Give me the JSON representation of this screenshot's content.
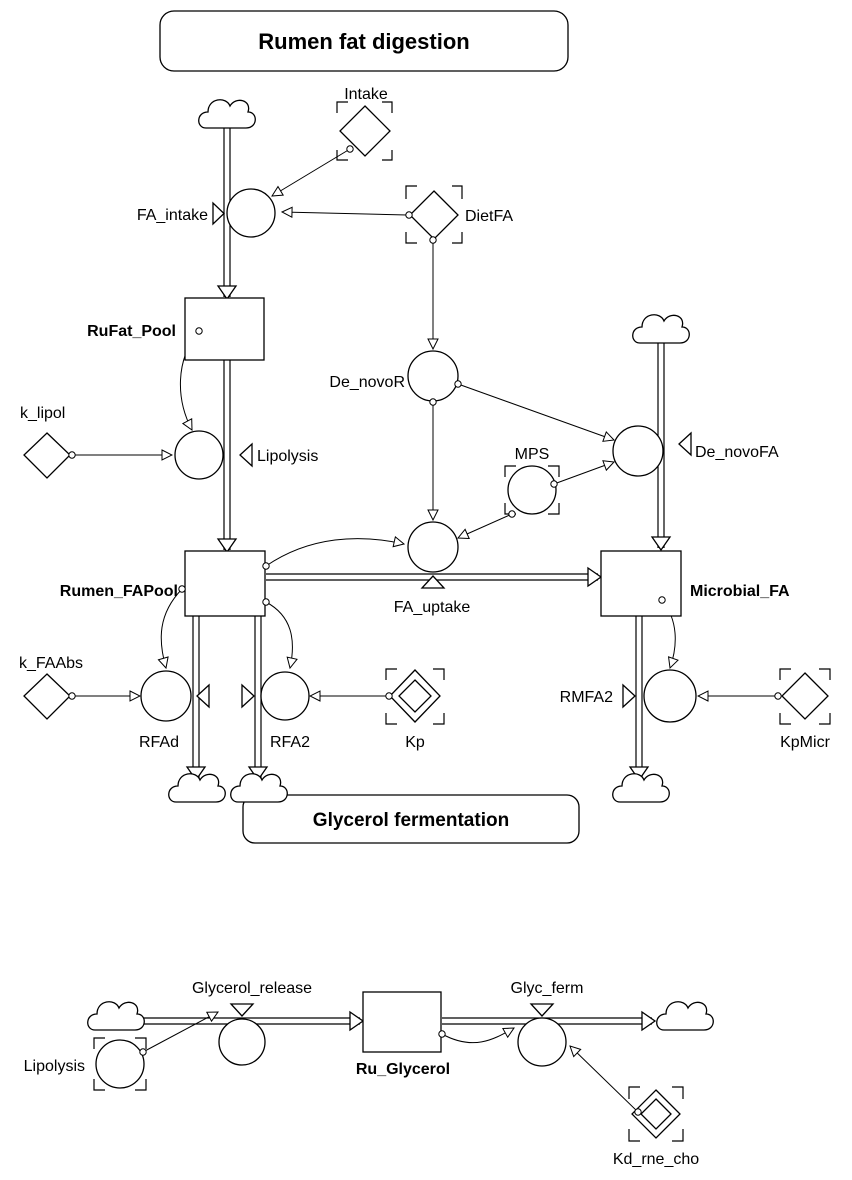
{
  "titles": {
    "top": "Rumen fat digestion",
    "bottom": "Glycerol fermentation"
  },
  "stocks": {
    "rufat_pool": "RuFat_Pool",
    "rumen_fapool": "Rumen_FAPool",
    "microbial_fa": "Microbial_FA",
    "ru_glycerol": "Ru_Glycerol"
  },
  "flows": {
    "fa_intake": "FA_intake",
    "lipolysis": "Lipolysis",
    "fa_uptake": "FA_uptake",
    "de_novofa": "De_novoFA",
    "rfad": "RFAd",
    "rfa2": "RFA2",
    "rmfa2": "RMFA2",
    "glycerol_release": "Glycerol_release",
    "glyc_ferm": "Glyc_ferm"
  },
  "variables": {
    "de_novor": "De_novoR",
    "mps": "MPS",
    "lipolysis_ghost": "Lipolysis"
  },
  "constants": {
    "intake": "Intake",
    "dietfa": "DietFA",
    "k_lipol": "k_lipol",
    "k_faabs": "k_FAAbs",
    "kp": "Kp",
    "kpmicr": "KpMicr",
    "kd_rne_cho": "Kd_rne_cho"
  },
  "colors": {
    "stroke": "#000000",
    "background": "#ffffff"
  }
}
